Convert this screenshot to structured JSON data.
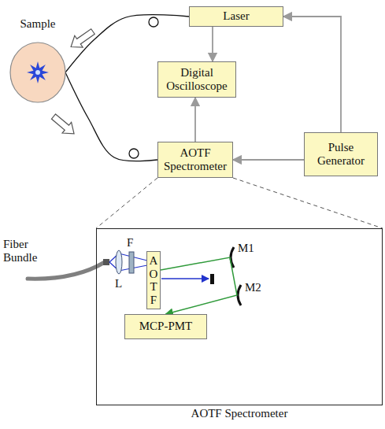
{
  "diagram": {
    "nodes": [
      {
        "text": [
          "Laser"
        ]
      },
      {
        "text": [
          "Sample"
        ]
      },
      {
        "text": [
          "Digital Oscilloscope"
        ]
      },
      {
        "text": [
          "AOTF Spectrometer"
        ]
      },
      {
        "text": [
          "Pulse Generator"
        ]
      },
      {
        "text": [
          "AOTF Spectrometer"
        ]
      },
      {
        "text": [
          "AOTF"
        ],
        "in": 5
      },
      {
        "text": [
          "MCP-PMT"
        ],
        "in": 5
      }
    ],
    "edges": [
      {
        "from": 1,
        "to": 0,
        "arrow": "none"
      },
      {
        "from": 1,
        "to": 3,
        "arrow": "none"
      },
      {
        "from": 0,
        "to": 2,
        "arrow": "to"
      },
      {
        "from": 3,
        "to": 2,
        "arrow": "to"
      },
      {
        "from": 4,
        "to": 0,
        "arrow": "to"
      },
      {
        "from": 4,
        "to": 3,
        "arrow": "to"
      },
      {
        "from": 6,
        "to": 7,
        "arrow": "to"
      },
      {
        "from": 3,
        "to": 5,
        "arrow": "none"
      },
      {
        "from": 3,
        "to": 5,
        "arrow": "none"
      }
    ],
    "labels": [
      "Fiber Bundle",
      "L",
      "F",
      "M1",
      "M2"
    ]
  }
}
